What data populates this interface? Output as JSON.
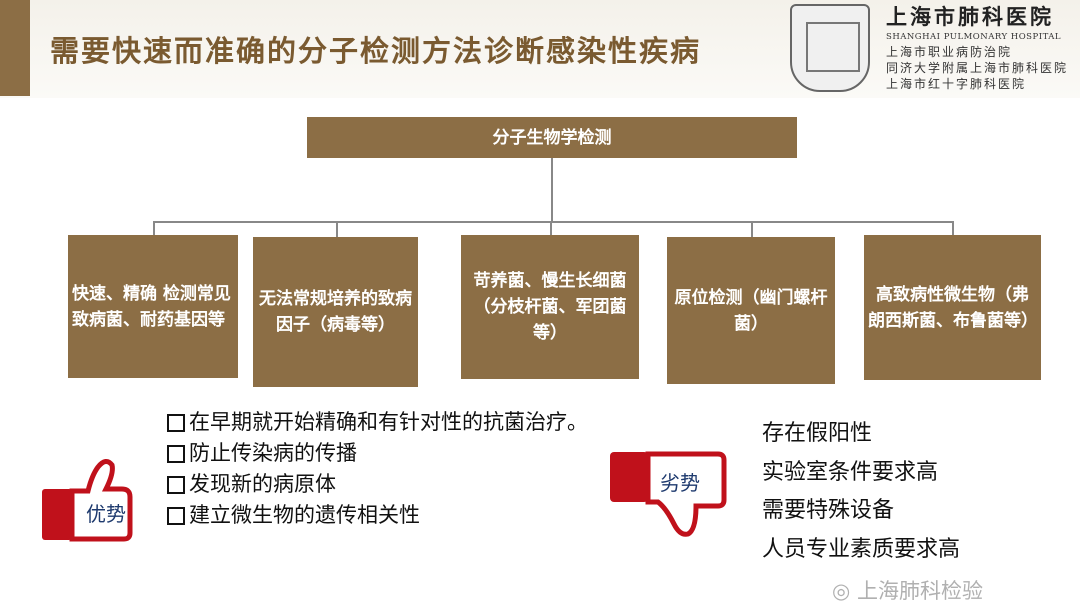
{
  "slide": {
    "title": "需要快速而准确的分子检测方法诊断感染性疾病",
    "logo": {
      "name": "上海市肺科医院",
      "english": "SHANGHAI PULMONARY HOSPITAL",
      "lines": [
        "上海市职业病防治院",
        "同济大学附属上海市肺科医院",
        "上海市红十字肺科医院"
      ]
    },
    "tree": {
      "root": "分子生物学检测",
      "children": [
        "快速、精确 检测常见致病菌、耐药基因等",
        "无法常规培养的致病因子（病毒等）",
        "苛养菌、慢生长细菌（分枝杆菌、军团菌等）",
        "原位检测（幽门螺杆菌）",
        "高致病性微生物（弗朗西斯菌、布鲁菌等）"
      ]
    },
    "advantages": {
      "label": "优势",
      "items": [
        "在早期就开始精确和有针对性的抗菌治疗。",
        "防止传染病的传播",
        "发现新的病原体",
        "建立微生物的遗传相关性"
      ]
    },
    "disadvantages": {
      "label": "劣势",
      "items": [
        "存在假阳性",
        "实验室条件要求高",
        "需要特殊设备",
        "人员专业素质要求高"
      ]
    },
    "watermark": "上海肺科检验",
    "colors": {
      "box": "#8c6e45",
      "title": "#7a5a30",
      "thumb": "#c0111b"
    }
  }
}
